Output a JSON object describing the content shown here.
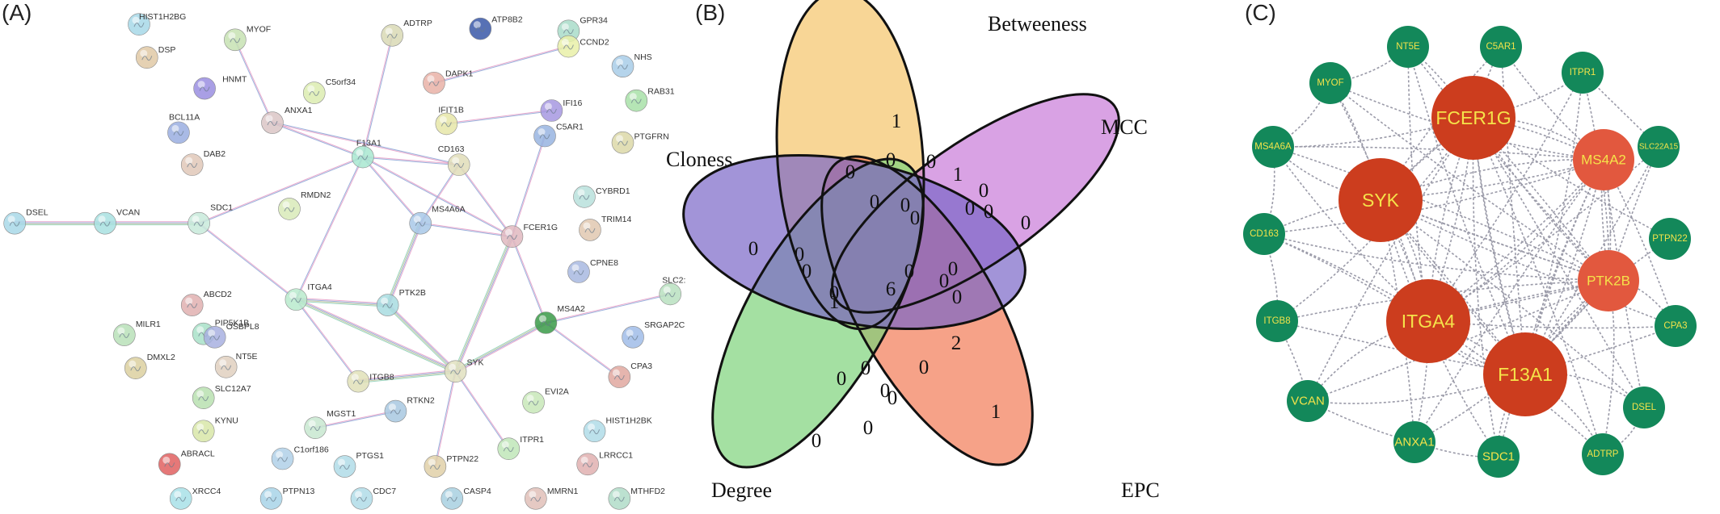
{
  "panels": {
    "a": {
      "label": "(A)"
    },
    "b": {
      "label": "(B)"
    },
    "c": {
      "label": "(C)"
    }
  },
  "string_network": {
    "nodes": [
      {
        "id": "HIST1H2BG",
        "color": "#a7d8e8"
      },
      {
        "id": "DSP",
        "color": "#e0c9a6"
      },
      {
        "id": "MYOF",
        "color": "#c7e2b3"
      },
      {
        "id": "ADTRP",
        "color": "#d9d9b5"
      },
      {
        "id": "ATP8B2",
        "color": "#3a58a8"
      },
      {
        "id": "GPR34",
        "color": "#a9dcc9"
      },
      {
        "id": "CCND2",
        "color": "#e9f0a8"
      },
      {
        "id": "NHS",
        "color": "#a8cde8"
      },
      {
        "id": "HNMT",
        "color": "#9a8ee0"
      },
      {
        "id": "C5orf34",
        "color": "#dcecb0"
      },
      {
        "id": "DAPK1",
        "color": "#e9b1a7"
      },
      {
        "id": "RAB31",
        "color": "#a8e0a8"
      },
      {
        "id": "ANXA1",
        "color": "#dbc5c5"
      },
      {
        "id": "IFIT1B",
        "color": "#e6e6a8"
      },
      {
        "id": "IFI16",
        "color": "#a698e0"
      },
      {
        "id": "BCL11A",
        "color": "#9aaee0"
      },
      {
        "id": "F13A1",
        "color": "#a8e8d0"
      },
      {
        "id": "C5AR1",
        "color": "#98b4e0"
      },
      {
        "id": "PTGFRN",
        "color": "#dcd8a8"
      },
      {
        "id": "DAB2",
        "color": "#e0c8b8"
      },
      {
        "id": "CD163",
        "color": "#e0ddb8"
      },
      {
        "id": "CYBRD1",
        "color": "#b8e0dc"
      },
      {
        "id": "TRIM14",
        "color": "#e0c8b0"
      },
      {
        "id": "DSEL",
        "color": "#a8d8e8"
      },
      {
        "id": "VCAN",
        "color": "#a8e0e0"
      },
      {
        "id": "SDC1",
        "color": "#c8eadb"
      },
      {
        "id": "RMDN2",
        "color": "#d8eab8"
      },
      {
        "id": "MS4A6A",
        "color": "#a8c8e8"
      },
      {
        "id": "FCER1G",
        "color": "#e0b8c0"
      },
      {
        "id": "CPNE8",
        "color": "#a8b8e0"
      },
      {
        "id": "ABCD2",
        "color": "#e0b0b0"
      },
      {
        "id": "PIP5K1B",
        "color": "#a8e0c8"
      },
      {
        "id": "ITGA4",
        "color": "#b8eacc"
      },
      {
        "id": "PTK2B",
        "color": "#a8dce0"
      },
      {
        "id": "MS4A2",
        "color": "#3a9a48"
      },
      {
        "id": "SLC2:",
        "color": "#b8e0c0"
      },
      {
        "id": "MILR1",
        "color": "#b8e0b8"
      },
      {
        "id": "OSBPL8",
        "color": "#a8b0e0"
      },
      {
        "id": "SRGAP2C",
        "color": "#a0bce8"
      },
      {
        "id": "DMXL2",
        "color": "#dcd0a0"
      },
      {
        "id": "NT5E",
        "color": "#e0d0c0"
      },
      {
        "id": "ITGB8",
        "color": "#e0e0b8"
      },
      {
        "id": "SYK",
        "color": "#e0e0c0"
      },
      {
        "id": "CPA3",
        "color": "#e0a8a0"
      },
      {
        "id": "SLC12A7",
        "color": "#b8e0b0"
      },
      {
        "id": "EVI2A",
        "color": "#c8e8b8"
      },
      {
        "id": "KYNU",
        "color": "#d8e6a8"
      },
      {
        "id": "RTKN2",
        "color": "#a8c8e0"
      },
      {
        "id": "MGST1",
        "color": "#c8e8d0"
      },
      {
        "id": "ITPR1",
        "color": "#c0e6b8"
      },
      {
        "id": "HIST1H2BK",
        "color": "#b0dce8"
      },
      {
        "id": "ABRACL",
        "color": "#e06060"
      },
      {
        "id": "C1orf186",
        "color": "#b0d0e8"
      },
      {
        "id": "PTGS1",
        "color": "#b0dce8"
      },
      {
        "id": "PTPN22",
        "color": "#e0d0a8"
      },
      {
        "id": "LRRCC1",
        "color": "#e0b0b0"
      },
      {
        "id": "XRCC4",
        "color": "#a8e0e8"
      },
      {
        "id": "PTPN13",
        "color": "#a8d4e8"
      },
      {
        "id": "CDC7",
        "color": "#b0dce8"
      },
      {
        "id": "CASP4",
        "color": "#a8d0e0"
      },
      {
        "id": "MMRN1",
        "color": "#e0c0b8"
      },
      {
        "id": "MTHFD2",
        "color": "#b0dcc8"
      }
    ],
    "edges": [
      [
        "DSEL",
        "VCAN"
      ],
      [
        "VCAN",
        "SDC1"
      ],
      [
        "SDC1",
        "F13A1"
      ],
      [
        "SDC1",
        "ITGA4"
      ],
      [
        "MYOF",
        "ANXA1"
      ],
      [
        "ANXA1",
        "F13A1"
      ],
      [
        "F13A1",
        "ADTRP"
      ],
      [
        "F13A1",
        "ITGA4"
      ],
      [
        "F13A1",
        "CD163"
      ],
      [
        "F13A1",
        "MS4A6A"
      ],
      [
        "F13A1",
        "FCER1G"
      ],
      [
        "CD163",
        "FCER1G"
      ],
      [
        "CD163",
        "MS4A6A"
      ],
      [
        "MS4A6A",
        "FCER1G"
      ],
      [
        "MS4A6A",
        "PTK2B"
      ],
      [
        "C5AR1",
        "FCER1G"
      ],
      [
        "FCER1G",
        "MS4A2"
      ],
      [
        "FCER1G",
        "SYK"
      ],
      [
        "MS4A2",
        "SYK"
      ],
      [
        "MS4A2",
        "SLC2:"
      ],
      [
        "MS4A2",
        "CPA3"
      ],
      [
        "ITGA4",
        "PTK2B"
      ],
      [
        "ITGA4",
        "SYK"
      ],
      [
        "ITGA4",
        "ITGB8"
      ],
      [
        "PTK2B",
        "SYK"
      ],
      [
        "ITGB8",
        "SYK"
      ],
      [
        "SYK",
        "PTPN22"
      ],
      [
        "SYK",
        "ITPR1"
      ],
      [
        "DAPK1",
        "CCND2"
      ],
      [
        "IFIT1B",
        "IFI16"
      ],
      [
        "MGST1",
        "RTKN2"
      ],
      [
        "CD163",
        "ANXA1"
      ]
    ]
  },
  "venn": {
    "sets": [
      {
        "name": "Betweeness",
        "color": "#f5c46a"
      },
      {
        "name": "MCC",
        "color": "#c97ad8"
      },
      {
        "name": "EPC",
        "color": "#f27a55"
      },
      {
        "name": "Degree",
        "color": "#7ed37a"
      },
      {
        "name": "Cloness",
        "color": "#7a66c8"
      }
    ],
    "counts": [
      "1",
      "0",
      "1",
      "0",
      "0",
      "0",
      "0",
      "1",
      "0",
      "0",
      "0",
      "0",
      "0",
      "0",
      "0",
      "0",
      "0",
      "6",
      "0",
      "0",
      "0",
      "0",
      "1",
      "0",
      "0",
      "2",
      "0",
      "0",
      "0",
      "0",
      "0"
    ]
  },
  "hub_network": {
    "nodes": [
      {
        "id": "NT5E",
        "size": "small",
        "color": "#13885a"
      },
      {
        "id": "C5AR1",
        "size": "small",
        "color": "#13885a"
      },
      {
        "id": "MYOF",
        "size": "small",
        "color": "#13885a"
      },
      {
        "id": "ITPR1",
        "size": "small",
        "color": "#13885a"
      },
      {
        "id": "FCER1G",
        "size": "large",
        "color": "#cc3d1e"
      },
      {
        "id": "MS4A6A",
        "size": "small",
        "color": "#13885a"
      },
      {
        "id": "SLC22A15",
        "size": "small",
        "color": "#13885a"
      },
      {
        "id": "MS4A2",
        "size": "medium",
        "color": "#e2583e"
      },
      {
        "id": "SYK",
        "size": "large",
        "color": "#cc3d1e"
      },
      {
        "id": "CD163",
        "size": "small",
        "color": "#13885a"
      },
      {
        "id": "PTPN22",
        "size": "small",
        "color": "#13885a"
      },
      {
        "id": "PTK2B",
        "size": "medium",
        "color": "#e2583e"
      },
      {
        "id": "CPA3",
        "size": "small",
        "color": "#13885a"
      },
      {
        "id": "ITGB8",
        "size": "small",
        "color": "#13885a"
      },
      {
        "id": "ITGA4",
        "size": "large",
        "color": "#cc3d1e"
      },
      {
        "id": "F13A1",
        "size": "large",
        "color": "#cc3d1e"
      },
      {
        "id": "VCAN",
        "size": "small",
        "color": "#13885a"
      },
      {
        "id": "DSEL",
        "size": "small",
        "color": "#13885a"
      },
      {
        "id": "ANXA1",
        "size": "small",
        "color": "#13885a"
      },
      {
        "id": "ADTRP",
        "size": "small",
        "color": "#13885a"
      },
      {
        "id": "SDC1",
        "size": "small",
        "color": "#13885a"
      }
    ],
    "label_color_small": "#f2e34a",
    "label_color_large": "#f5e34a",
    "edge_color": "#9a9aa8"
  }
}
